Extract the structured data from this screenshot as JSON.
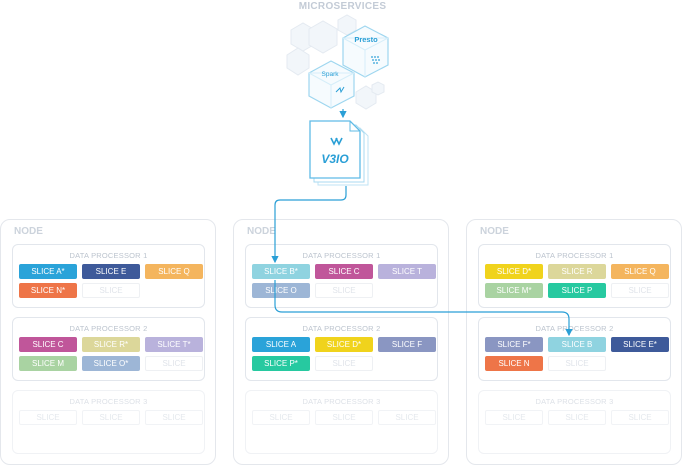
{
  "header": {
    "title": "MICROSERVICES"
  },
  "microservices": {
    "presto_label": "Presto",
    "spark_label": "Spark"
  },
  "storage": {
    "logo_label": "V3IO"
  },
  "colors": {
    "arrow": "#2a9fd6",
    "slice_a": "#2aa3d9",
    "slice_b": "#8fd3e0",
    "slice_c": "#c0569a",
    "slice_d": "#f0d31c",
    "slice_e": "#3e5a9a",
    "slice_f": "#8a96c2",
    "slice_m": "#a9d3a2",
    "slice_n": "#ee7548",
    "slice_o": "#9db6d6",
    "slice_p": "#27c9a0",
    "slice_q": "#f4b55e",
    "slice_r": "#dcd79a",
    "slice_t": "#b9b2dc"
  },
  "nodes": [
    {
      "label": "NODE",
      "processors": [
        {
          "label": "DATA PROCESSOR 1",
          "slices": [
            {
              "text": "SLICE A*",
              "color": "#2aa3d9"
            },
            {
              "text": "SLICE E",
              "color": "#3e5a9a"
            },
            {
              "text": "SLICE Q",
              "color": "#f4b55e"
            },
            {
              "text": "SLICE N*",
              "color": "#ee7548"
            },
            {
              "text": "SLICE",
              "color": ""
            }
          ]
        },
        {
          "label": "DATA PROCESSOR 2",
          "slices": [
            {
              "text": "SLICE C",
              "color": "#c0569a"
            },
            {
              "text": "SLICE R*",
              "color": "#dcd79a"
            },
            {
              "text": "SLICE T*",
              "color": "#b9b2dc"
            },
            {
              "text": "SLICE M",
              "color": "#a9d3a2"
            },
            {
              "text": "SLICE O*",
              "color": "#9db6d6"
            },
            {
              "text": "SLICE",
              "color": ""
            }
          ]
        },
        {
          "label": "DATA PROCESSOR 3",
          "faded": true,
          "slices": [
            {
              "text": "SLICE",
              "color": ""
            },
            {
              "text": "SLICE",
              "color": ""
            },
            {
              "text": "SLICE",
              "color": ""
            }
          ]
        }
      ]
    },
    {
      "label": "NODE",
      "processors": [
        {
          "label": "DATA PROCESSOR 1",
          "slices": [
            {
              "text": "SLICE B*",
              "color": "#8fd3e0"
            },
            {
              "text": "SLICE C",
              "color": "#c0569a"
            },
            {
              "text": "SLICE T",
              "color": "#b9b2dc"
            },
            {
              "text": "SLICE O",
              "color": "#9db6d6"
            },
            {
              "text": "SLICE",
              "color": ""
            }
          ]
        },
        {
          "label": "DATA PROCESSOR 2",
          "slices": [
            {
              "text": "SLICE A",
              "color": "#2aa3d9"
            },
            {
              "text": "SLICE D*",
              "color": "#f0d31c"
            },
            {
              "text": "SLICE F",
              "color": "#8a96c2"
            },
            {
              "text": "SLICE P*",
              "color": "#27c9a0"
            },
            {
              "text": "SLICE",
              "color": ""
            }
          ]
        },
        {
          "label": "DATA PROCESSOR 3",
          "faded": true,
          "slices": [
            {
              "text": "SLICE",
              "color": ""
            },
            {
              "text": "SLICE",
              "color": ""
            },
            {
              "text": "SLICE",
              "color": ""
            }
          ]
        }
      ]
    },
    {
      "label": "NODE",
      "processors": [
        {
          "label": "DATA PROCESSOR 1",
          "slices": [
            {
              "text": "SLICE D*",
              "color": "#f0d31c"
            },
            {
              "text": "SLICE R",
              "color": "#dcd79a"
            },
            {
              "text": "SLICE Q",
              "color": "#f4b55e"
            },
            {
              "text": "SLICE M*",
              "color": "#a9d3a2"
            },
            {
              "text": "SLICE P",
              "color": "#27c9a0"
            },
            {
              "text": "SLICE",
              "color": ""
            }
          ]
        },
        {
          "label": "DATA PROCESSOR 2",
          "slices": [
            {
              "text": "SLICE F*",
              "color": "#8a96c2"
            },
            {
              "text": "SLICE B",
              "color": "#8fd3e0"
            },
            {
              "text": "SLICE E*",
              "color": "#3e5a9a"
            },
            {
              "text": "SLICE N",
              "color": "#ee7548"
            },
            {
              "text": "SLICE",
              "color": ""
            }
          ]
        },
        {
          "label": "DATA PROCESSOR 3",
          "faded": true,
          "slices": [
            {
              "text": "SLICE",
              "color": ""
            },
            {
              "text": "SLICE",
              "color": ""
            },
            {
              "text": "SLICE",
              "color": ""
            }
          ]
        }
      ]
    }
  ]
}
